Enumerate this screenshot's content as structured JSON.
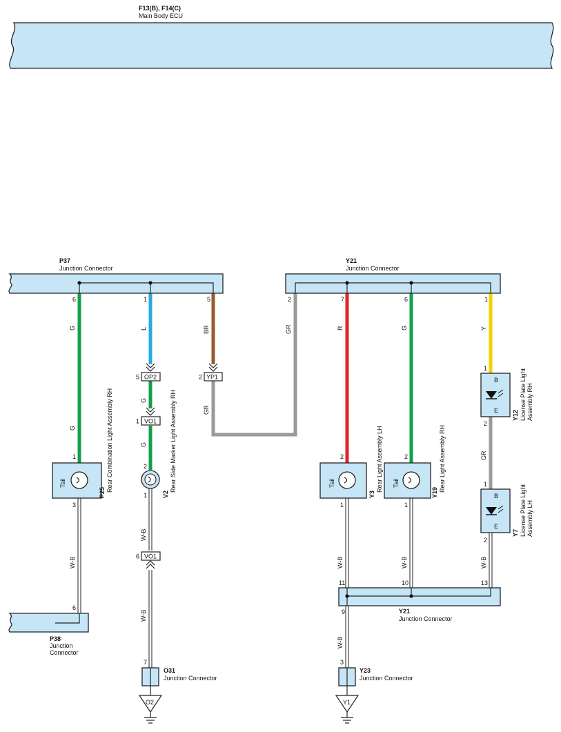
{
  "ecu": {
    "id": "F13(B), F14(C)",
    "name": "Main Body ECU"
  },
  "p37": {
    "id": "P37",
    "name": "Junction Connector",
    "pins": [
      "6",
      "1",
      "5"
    ]
  },
  "y21_top": {
    "id": "Y21",
    "name": "Junction Connector",
    "pins": [
      "2",
      "7",
      "6",
      "1"
    ]
  },
  "y21_bottom": {
    "id": "Y21",
    "name": "Junction Connector",
    "pins": [
      "11",
      "10",
      "13",
      "9"
    ]
  },
  "p38": {
    "id": "P38",
    "name_line1": "Junction",
    "name_line2": "Connector",
    "pin": "6"
  },
  "o31": {
    "id": "O31",
    "name": "Junction Connector",
    "pin": "7",
    "ground": "O2"
  },
  "y23": {
    "id": "Y23",
    "name": "Junction Connector",
    "pin": "3",
    "ground": "Y1"
  },
  "inline": {
    "op2": {
      "label": "OP2",
      "pin": "5"
    },
    "vo1_a": {
      "label": "VO1",
      "pin": "1"
    },
    "yp1": {
      "label": "YP1",
      "pin": "2"
    },
    "vo1_b": {
      "label": "VO1",
      "pin": "6"
    }
  },
  "components": {
    "p25": {
      "id": "P25",
      "name": "Rear Combination Light Assembly RH",
      "inner": "Tail",
      "pin_in": "1",
      "pin_out": "3"
    },
    "v2": {
      "id": "V2",
      "name": "Rear Side Marker Light Assembly RH",
      "pin_in": "2",
      "pin_out": "1"
    },
    "y3": {
      "id": "Y3",
      "name": "Rear Light Assembly LH",
      "inner": "Tail",
      "pin_in": "2",
      "pin_out": "1"
    },
    "y19": {
      "id": "Y19",
      "name": "Rear Light Assembly RH",
      "inner": "Tail",
      "pin_in": "2",
      "pin_out": "1"
    },
    "y12": {
      "id": "Y12",
      "name_line1": "License Plate Light",
      "name_line2": "Assembly RH",
      "term_b": "B",
      "term_e": "E",
      "pin_in": "1",
      "pin_out": "2"
    },
    "y7": {
      "id": "Y7",
      "name_line1": "License Plate Light",
      "name_line2": "Assembly LH",
      "term_b": "B",
      "term_e": "E",
      "pin_in": "1",
      "pin_out": "2"
    }
  },
  "wire_colors": {
    "G": "#12a04a",
    "L": "#2aa8e0",
    "BR": "#9a5a32",
    "GR": "#9a9a9a",
    "R": "#e42229",
    "Y": "#f5d000",
    "W-B": "#ffffff"
  },
  "wires": {
    "p37_6": "G",
    "p25_in": "G",
    "p37_1": "L",
    "op2_vo1": "G",
    "v2_in": "G",
    "p37_5": "BR",
    "yp1_y21": "GR",
    "y21_2": "GR",
    "y21_7": "R",
    "y21_6": "G",
    "y21_1": "Y",
    "y12_y7": "GR",
    "p25_out": "W-B",
    "v2_out": "W-B",
    "vo1_o31": "W-B",
    "y3_out": "W-B",
    "y19_out": "W-B",
    "y7_out": "W-B",
    "y21_y23": "W-B"
  }
}
